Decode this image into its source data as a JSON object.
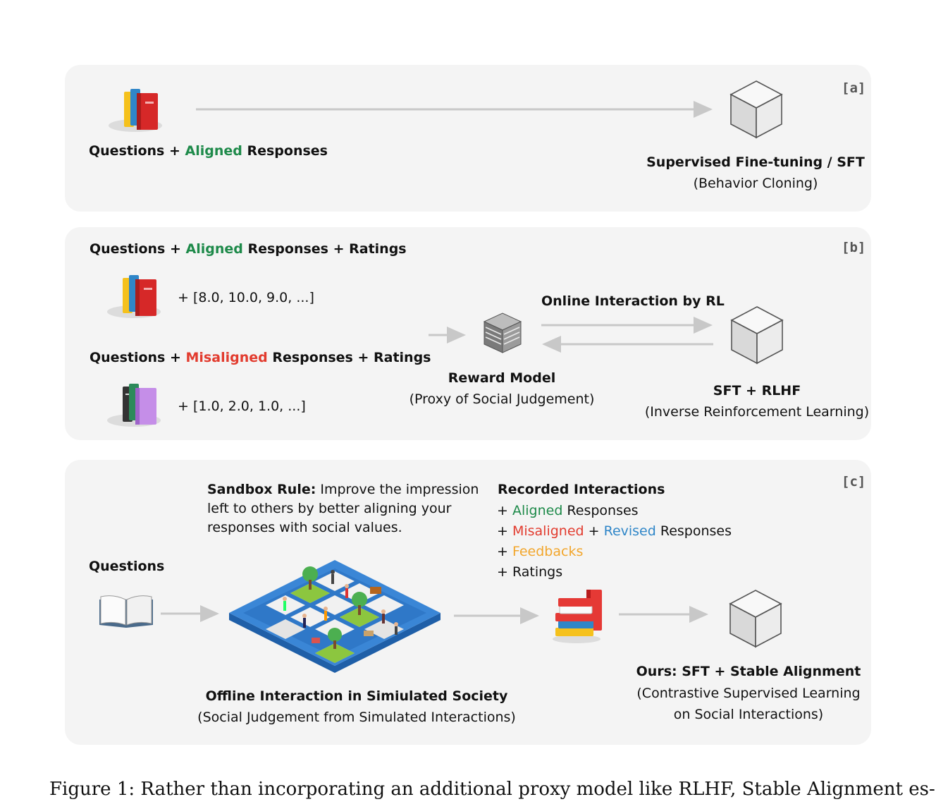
{
  "panel_a": {
    "tag": "[a]",
    "input": {
      "q": "Questions + ",
      "aligned": "Aligned",
      "rest": " Responses"
    },
    "output_title": "Supervised Fine-tuning / SFT",
    "output_sub": "(Behavior Cloning)"
  },
  "panel_b": {
    "tag": "[b]",
    "aligned_line": {
      "q": "Questions + ",
      "aligned": "Aligned",
      "rest": " Responses + Ratings"
    },
    "aligned_ratings": "+ [8.0, 10.0, 9.0, ...]",
    "misaligned_line": {
      "q": "Questions + ",
      "misaligned": "Misaligned",
      "rest": " Responses + Ratings"
    },
    "misaligned_ratings": "+ [1.0, 2.0, 1.0, ...]",
    "online": "Online Interaction by RL",
    "reward_title": "Reward Model",
    "reward_sub": "(Proxy of Social Judgement)",
    "output_title": "SFT + RLHF",
    "output_sub": "(Inverse Reinforcement Learning)"
  },
  "panel_c": {
    "tag": "[c]",
    "questions": "Questions",
    "rule_bold": "Sandbox Rule:",
    "rule_rest1": " Improve the impression",
    "rule_line2": "left to others by better aligning your",
    "rule_line3": "responses with social values.",
    "recorded_title": "Recorded Interactions",
    "plus": "+ ",
    "aligned": "Aligned",
    "responses": " Responses",
    "misaligned": "Misaligned",
    "plus_mid": " + ",
    "revised": "Revised",
    "feedbacks": "Feedbacks",
    "ratings": "Ratings",
    "society_title": "Offline Interaction in Simiulated Society",
    "society_sub": "(Social Judgement from Simulated Interactions)",
    "ours_title": "Ours: SFT + Stable Alignment",
    "ours_sub1": "(Contrastive Supervised Learning",
    "ours_sub2": "on Social Interactions)"
  },
  "caption": "Figure 1:  Rather than incorporating an additional proxy model like RLHF, Stable Alignment es-",
  "colors": {
    "aligned": "#1e8a4a",
    "misaligned": "#e23b2e",
    "revised": "#2f86c8",
    "feedbacks": "#f2a62c",
    "panel": "#f4f4f4",
    "arrow": "#c8c8c8"
  },
  "icons": [
    "books-stack-icon",
    "cube-icon",
    "server-icon",
    "open-book-icon",
    "sandbox-grid-icon",
    "book-pile-icon"
  ]
}
